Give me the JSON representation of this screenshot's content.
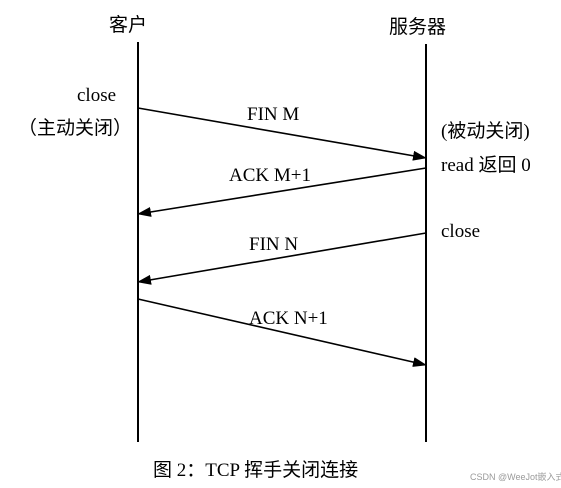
{
  "participants": {
    "client": "客户",
    "server": "服务器"
  },
  "client_notes": {
    "close": "close",
    "active_close": "（主动关闭）"
  },
  "server_notes": {
    "passive_close": "(被动关闭)",
    "read_return": "read 返回  0",
    "close": "close"
  },
  "messages": [
    {
      "label": "FIN M",
      "from": "client",
      "to": "server"
    },
    {
      "label": "ACK M+1",
      "from": "server",
      "to": "client"
    },
    {
      "label": "FIN N",
      "from": "server",
      "to": "client"
    },
    {
      "label": "ACK N+1",
      "from": "client",
      "to": "server"
    }
  ],
  "caption": "图 2：TCP 挥手关闭连接",
  "watermark": "CSDN @WeeJot嵌入式"
}
